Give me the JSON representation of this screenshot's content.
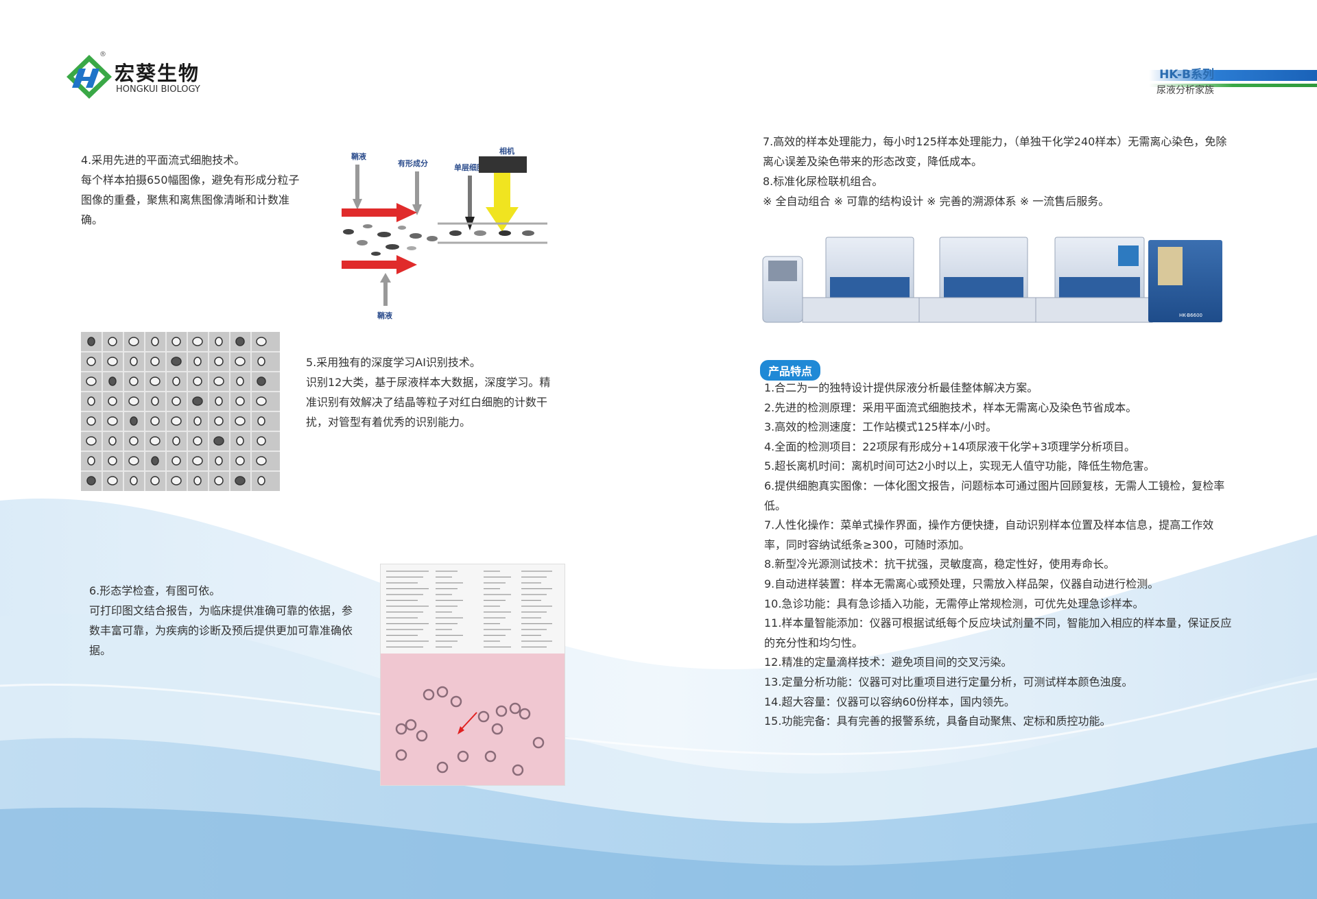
{
  "brand": {
    "name_cn": "宏葵生物",
    "name_en": "HONGKUI BIOLOGY",
    "reg": "®",
    "colors": {
      "green": "#3aa846",
      "blue": "#1f74c8"
    }
  },
  "series": {
    "title": "HK-B系列",
    "subtitle": "尿液分析家族"
  },
  "section4": {
    "title": "4.采用先进的平面流式细胞技术。",
    "body": "每个样本拍摄650幅图像，避免有形成分粒子图像的重叠，聚焦和离焦图像清晰和计数准确。"
  },
  "diagram": {
    "label_sheath_top": "鞘液",
    "label_formed": "有形成分",
    "label_monolayer": "单层细胞",
    "label_camera": "相机",
    "label_sheath_bottom": "鞘液"
  },
  "section5": {
    "title": "5.采用独有的深度学习AI识别技术。",
    "body": "识别12大类，基于尿液样本大数据，深度学习。精准识别有效解决了结晶等粒子对红白细胞的计数干扰，对管型有着优秀的识别能力。"
  },
  "section6": {
    "title": "6.形态学检查，有图可依。",
    "body": "可打印图文结合报告，为临床提供准确可靠的依据，参数丰富可靠，为疾病的诊断及预后提供更加可靠准确依据。"
  },
  "section7": {
    "line1": "7.高效的样本处理能力，每小时125样本处理能力，（单独干化学240样本）无需离心染色，免除离心误差及染色带来的形态改变，降低成本。",
    "line2": "8.标准化尿检联机组合。",
    "line3": "※ 全自动组合 ※ 可靠的结构设计 ※ 完善的溯源体系 ※ 一流售后服务。"
  },
  "machines": {
    "model_label": "HK-B6600"
  },
  "features": {
    "badge": "产品特点",
    "items": [
      "1.合二为一的独特设计提供尿液分析最佳整体解决方案。",
      "2.先进的检测原理：采用平面流式细胞技术，样本无需离心及染色节省成本。",
      "3.高效的检测速度：工作站模式125样本/小时。",
      "4.全面的检测项目：22项尿有形成分+14项尿液干化学+3项理学分析项目。",
      "5.超长离机时间：离机时间可达2小时以上，实现无人值守功能，降低生物危害。",
      "6.提供细胞真实图像：一体化图文报告，问题标本可通过图片回顾复核，无需人工镜检，复检率低。",
      "7.人性化操作：菜单式操作界面，操作方便快捷，自动识别样本位置及样本信息，提高工作效率，同时容纳试纸条≥300，可随时添加。",
      "8.新型冷光源测试技术：抗干扰强，灵敏度高，稳定性好，使用寿命长。",
      "9.自动进样装置：样本无需离心或预处理，只需放入样品架，仪器自动进行检测。",
      "10.急诊功能：具有急诊插入功能，无需停止常规检测，可优先处理急诊样本。",
      "11.样本量智能添加：仪器可根据试纸每个反应块试剂量不同，智能加入相应的样本量，保证反应的充分性和均匀性。",
      "12.精准的定量滴样技术：避免项目间的交叉污染。",
      "13.定量分析功能：仪器可对比重项目进行定量分析，可测试样本颜色浊度。",
      "14.超大容量：仪器可以容纳60份样本，国内领先。",
      "15.功能完备：具有完善的报警系统，具备自动聚焦、定标和质控功能。"
    ]
  }
}
